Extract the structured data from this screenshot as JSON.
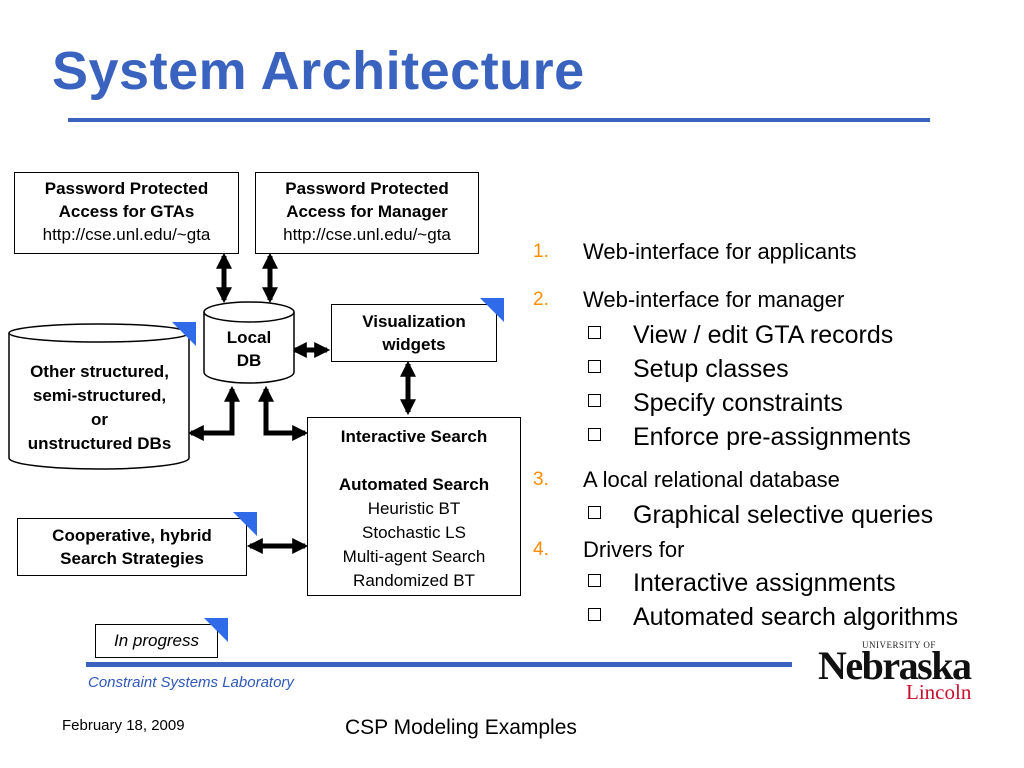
{
  "title": "System Architecture",
  "boxes": {
    "gta": {
      "line1": "Password Protected",
      "line2": "Access for GTAs",
      "url": "http://cse.unl.edu/~gta"
    },
    "manager": {
      "line1": "Password Protected",
      "line2": "Access for Manager",
      "url": "http://cse.unl.edu/~gta"
    },
    "localdb": {
      "line1": "Local",
      "line2": "DB"
    },
    "otherdb": {
      "line1": "Other structured,",
      "line2": "semi-structured,",
      "line3": "or",
      "line4": "unstructured DBs"
    },
    "visualization": {
      "line1": "Visualization",
      "line2": "widgets"
    },
    "search": {
      "line1": "Interactive Search",
      "line2": "Automated Search",
      "line3": "Heuristic BT",
      "line4": "Stochastic LS",
      "line5": "Multi-agent Search",
      "line6": "Randomized BT"
    },
    "cooperative": {
      "line1": "Cooperative, hybrid",
      "line2": "Search Strategies"
    },
    "inprogress": "In progress"
  },
  "colors": {
    "accent": "#3a62bf",
    "flag": "#2f6be8",
    "number": "#ff8c00",
    "footer": "#2f58b8"
  },
  "list": [
    {
      "num": "1.",
      "text": "Web-interface for applicants",
      "subs": []
    },
    {
      "num": "2.",
      "text": "Web-interface for manager",
      "subs": [
        "View / edit GTA records",
        "Setup classes",
        "Specify constraints",
        "Enforce pre-assignments"
      ]
    },
    {
      "num": "3.",
      "text": "A local relational database",
      "subs": [
        "Graphical selective queries"
      ]
    },
    {
      "num": "4.",
      "text": "Drivers for",
      "subs": [
        "Interactive assignments",
        "Automated search algorithms"
      ]
    }
  ],
  "footer": {
    "lab": "Constraint Systems Laboratory",
    "date": "February 18, 2009",
    "center": "CSP Modeling Examples"
  },
  "logo": {
    "top": "UNIVERSITY OF",
    "main": "Nebraska",
    "sub": "Lincoln"
  }
}
